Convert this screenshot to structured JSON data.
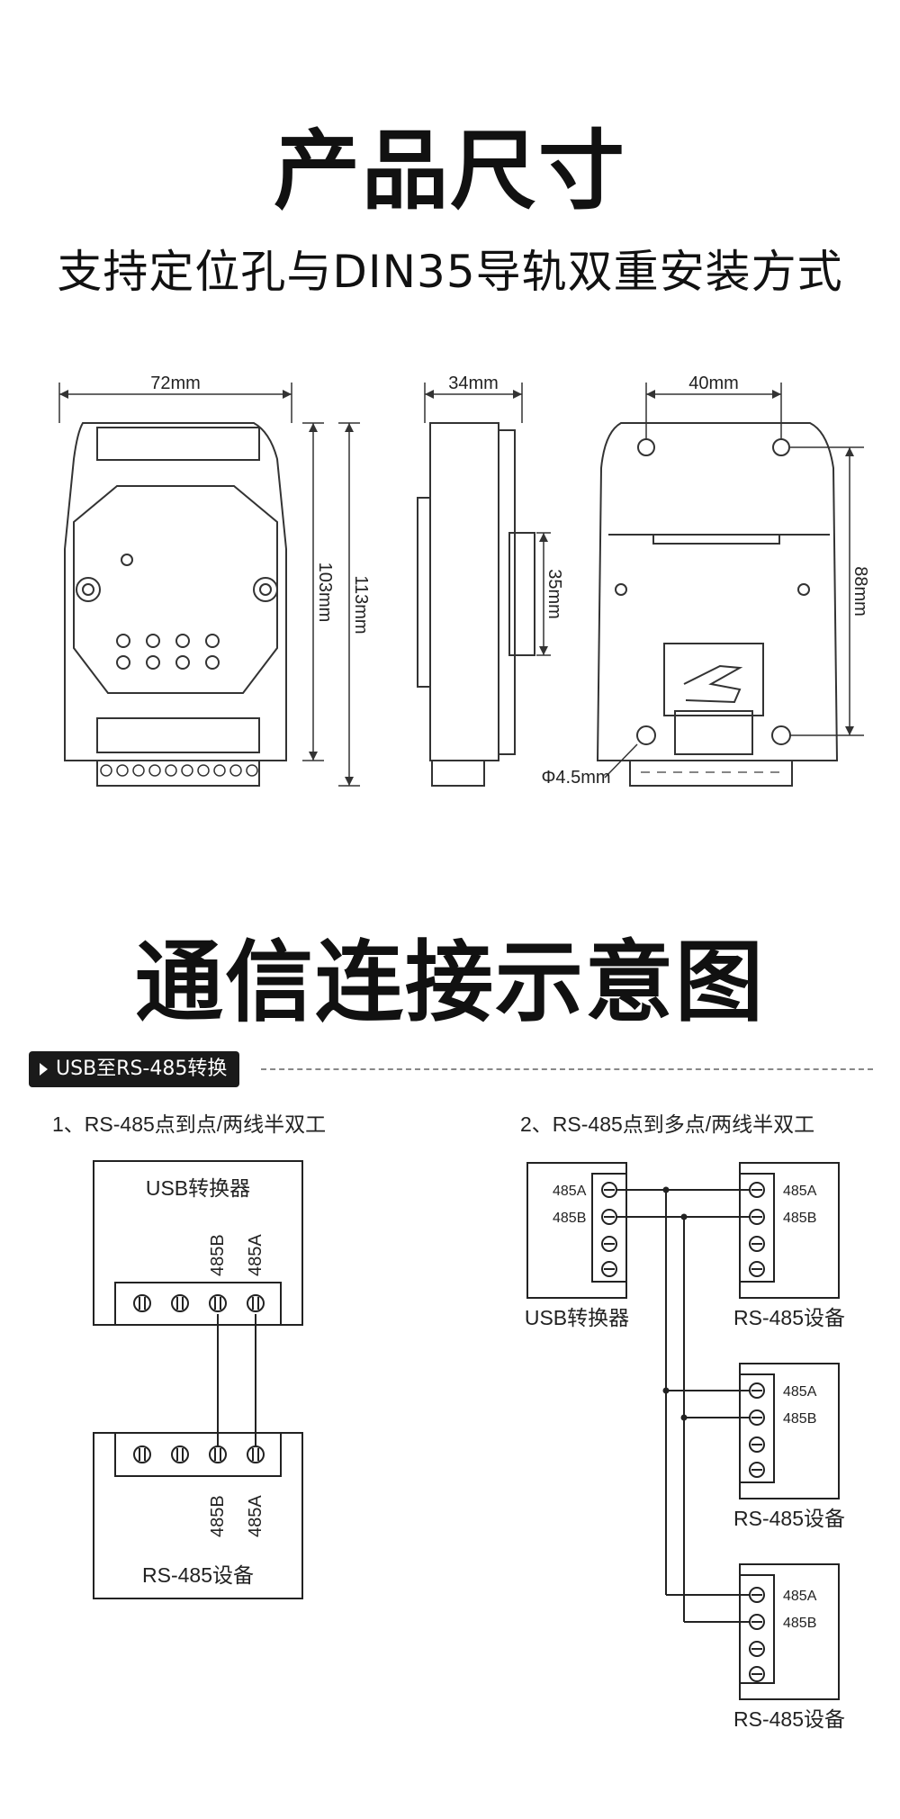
{
  "section1": {
    "title": "产品尺寸",
    "subtitle": "支持定位孔与DIN35导轨双重安装方式",
    "dims": {
      "front_width": "72mm",
      "front_h1": "103mm",
      "front_h2": "113mm",
      "side_depth": "34mm",
      "side_rail": "35mm",
      "back_width": "40mm",
      "back_height": "88mm",
      "hole": "Φ4.5mm"
    }
  },
  "section2": {
    "title": "通信连接示意图",
    "badge": "USB至RS-485转换",
    "left": {
      "heading": "1、RS-485点到点/两线半双工",
      "converter": "USB转换器",
      "device": "RS-485设备",
      "pin_b": "485B",
      "pin_a": "485A"
    },
    "right": {
      "heading": "2、RS-485点到多点/两线半双工",
      "converter": "USB转换器",
      "device1": "RS-485设备",
      "device2": "RS-485设备",
      "device3": "RS-485设备",
      "pin_a": "485A",
      "pin_b": "485B"
    }
  },
  "colors": {
    "line": "#333333",
    "accent": "#1a1a1a"
  }
}
